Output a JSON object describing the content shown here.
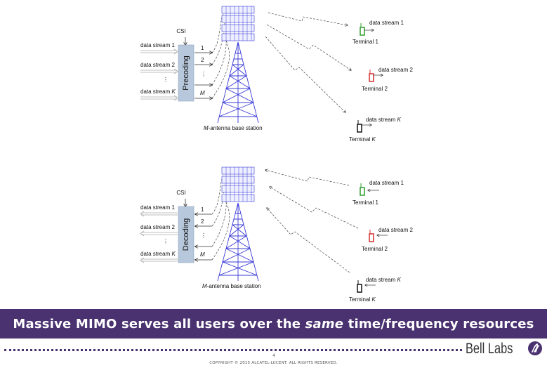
{
  "top": {
    "csi": "CSI",
    "box_label": "Precoding",
    "inputs": [
      {
        "label_pre": "data stream 1",
        "label_var": ""
      },
      {
        "label_pre": "data stream 2",
        "label_var": ""
      },
      {
        "label_pre": "data stream ",
        "label_var": "K"
      }
    ],
    "outputs": [
      "1",
      "2",
      "M"
    ],
    "station_label_var": "M",
    "station_label_rest": "-antenna base station",
    "terminals": [
      {
        "stream_pre": "data stream 1",
        "stream_var": "",
        "name_pre": "Terminal 1",
        "name_var": "",
        "color": "#2e9e2e"
      },
      {
        "stream_pre": "data stream 2",
        "stream_var": "",
        "name_pre": "Terminal 2",
        "name_var": "",
        "color": "#d03030"
      },
      {
        "stream_pre": "data stream ",
        "stream_var": "K",
        "name_pre": "Terminal ",
        "name_var": "K",
        "color": "#111111"
      }
    ]
  },
  "bottom": {
    "csi": "CSI",
    "box_label": "Decoding",
    "inputs": [
      {
        "label_pre": "data stream 1",
        "label_var": ""
      },
      {
        "label_pre": "data stream 2",
        "label_var": ""
      },
      {
        "label_pre": "data stream ",
        "label_var": "K"
      }
    ],
    "outputs": [
      "1",
      "2",
      "M"
    ],
    "station_label_var": "M",
    "station_label_rest": "-antenna base station",
    "terminals": [
      {
        "stream_pre": "data stream 1",
        "stream_var": "",
        "name_pre": "Terminal 1",
        "name_var": "",
        "color": "#2e9e2e"
      },
      {
        "stream_pre": "data stream 2",
        "stream_var": "",
        "name_pre": "Terminal 2",
        "name_var": "",
        "color": "#d03030"
      },
      {
        "stream_pre": "data stream ",
        "stream_var": "K",
        "name_pre": "Terminal ",
        "name_var": "K",
        "color": "#111111"
      }
    ]
  },
  "banner": {
    "before": "Massive MIMO serves all users over the ",
    "emph": "same",
    "after": " time/frequency resources"
  },
  "footer": {
    "page": "4",
    "copyright": "COPYRIGHT © 2015 ALCATEL-LUCENT.  ALL RIGHTS RESERVED.",
    "brand": "Bell Labs"
  },
  "colors": {
    "banner_bg": "#4a3270",
    "tower": "#3a3ad8",
    "box": "#b8c8dc"
  }
}
